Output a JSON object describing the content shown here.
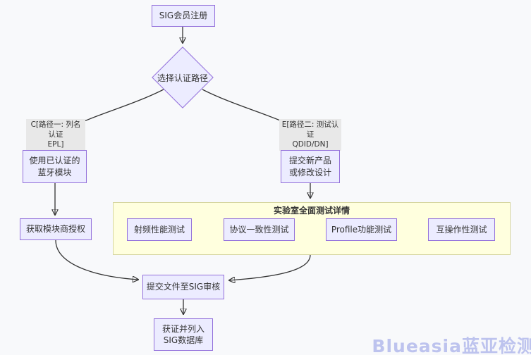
{
  "colors": {
    "background": "#f8f9fb",
    "node_fill": "#ececff",
    "node_border": "#9370db",
    "subgraph_fill": "#ffffde",
    "subgraph_border": "#d6d6a0",
    "edge_line": "#333333",
    "edge_label_bg": "#e8e8e8",
    "watermark": "#bdc3ee"
  },
  "diagram": {
    "nodes": {
      "sig_register": {
        "label": "SIG会员注册"
      },
      "choose_path": {
        "label": "选择认证路径"
      },
      "use_module": {
        "line1": "使用已认证的",
        "line2": "蓝牙模块"
      },
      "submit_product": {
        "line1": "提交新产品",
        "line2": "或修改设计"
      },
      "get_auth": {
        "label": "获取模块商授权"
      },
      "submit_docs": {
        "label": "提交文件至SIG审核"
      },
      "get_cert": {
        "line1": "获证并列入",
        "line2": "SIG数据库"
      }
    },
    "edge_labels": {
      "path1": {
        "line1": "C[路径一: 列名认证",
        "line2": "EPL]"
      },
      "path2": {
        "line1": "E[路径二: 测试认证",
        "line2": "QDID/DN]"
      }
    },
    "subgraph": {
      "title": "实验室全面测试详情",
      "steps": [
        "射频性能测试",
        "协议一致性测试",
        "Profile功能测试",
        "互操作性测试"
      ]
    }
  },
  "watermark": {
    "text": "Blueasia蓝亚检测"
  }
}
